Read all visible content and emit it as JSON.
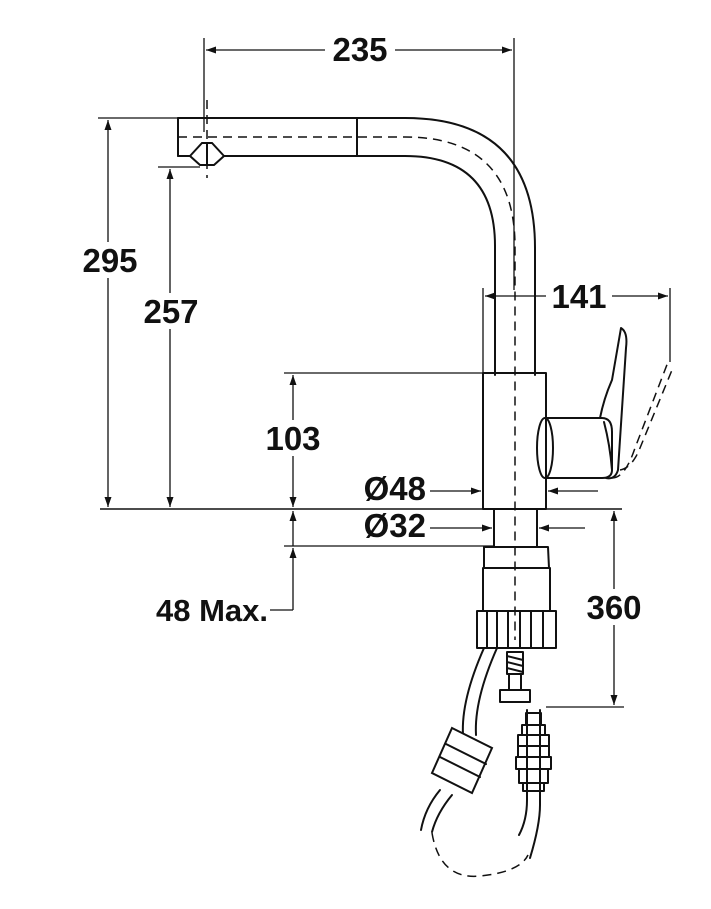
{
  "dimensions": {
    "spout_reach": "235",
    "total_height": "295",
    "spout_height": "257",
    "handle_reach": "141",
    "body_height": "103",
    "body_diameter": "Ø48",
    "shank_diameter": "Ø32",
    "deck_thickness": "48 Max.",
    "hose_length": "360"
  }
}
